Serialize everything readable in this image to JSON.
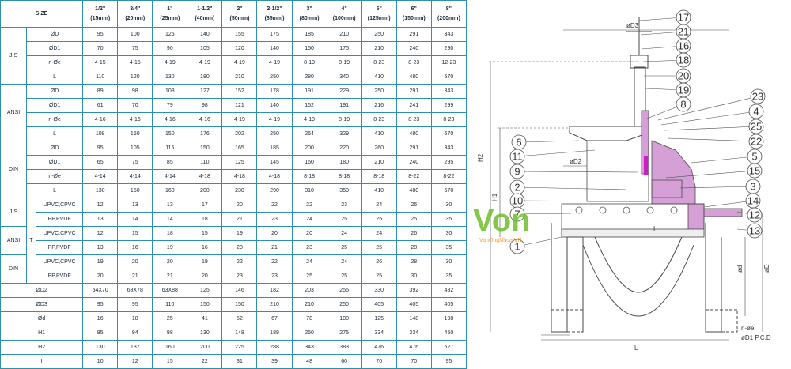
{
  "table": {
    "size_header": "SIZE",
    "size_columns": [
      {
        "inch": "1/2\"",
        "mm": "(15mm)"
      },
      {
        "inch": "3/4\"",
        "mm": "(20mm)"
      },
      {
        "inch": "1\"",
        "mm": "(25mm)"
      },
      {
        "inch": "1-1/2\"",
        "mm": "(40mm)"
      },
      {
        "inch": "2\"",
        "mm": "(50mm)"
      },
      {
        "inch": "2-1/2\"",
        "mm": "(65mm)"
      },
      {
        "inch": "3\"",
        "mm": "(80mm)"
      },
      {
        "inch": "4\"",
        "mm": "(100mm)"
      },
      {
        "inch": "5\"",
        "mm": "(125mm)"
      },
      {
        "inch": "6\"",
        "mm": "(150mm)"
      },
      {
        "inch": "8\"",
        "mm": "(200mm)"
      }
    ],
    "flange_groups": [
      {
        "standard": "JIS",
        "rows": [
          {
            "label": "ØD",
            "values": [
              "95",
              "100",
              "125",
              "140",
              "155",
              "175",
              "185",
              "210",
              "250",
              "291",
              "343"
            ]
          },
          {
            "label": "ØD1",
            "values": [
              "70",
              "75",
              "90",
              "105",
              "120",
              "140",
              "150",
              "175",
              "210",
              "240",
              "290"
            ]
          },
          {
            "label": "n-Øe",
            "values": [
              "4-15",
              "4-15",
              "4-19",
              "4-19",
              "4-19",
              "4-19",
              "8-19",
              "8-19",
              "8-23",
              "8-23",
              "12-23"
            ]
          },
          {
            "label": "L",
            "values": [
              "110",
              "120",
              "130",
              "180",
              "210",
              "250",
              "280",
              "340",
              "410",
              "480",
              "570"
            ]
          }
        ]
      },
      {
        "standard": "ANSI",
        "rows": [
          {
            "label": "ØD",
            "values": [
              "89",
              "98",
              "108",
              "127",
              "152",
              "178",
              "191",
              "229",
              "250",
              "291",
              "343"
            ]
          },
          {
            "label": "ØD1",
            "values": [
              "61",
              "70",
              "79",
              "98",
              "121",
              "140",
              "152",
              "191",
              "216",
              "241",
              "299"
            ]
          },
          {
            "label": "n-Øe",
            "values": [
              "4-16",
              "4-16",
              "4-16",
              "4-16",
              "4-19",
              "4-19",
              "4-19",
              "8-19",
              "8-23",
              "8-23",
              "8-23"
            ]
          },
          {
            "label": "L",
            "values": [
              "108",
              "150",
              "150",
              "176",
              "202",
              "250",
              "264",
              "329",
              "410",
              "480",
              "570"
            ]
          }
        ]
      },
      {
        "standard": "DIN",
        "rows": [
          {
            "label": "ØD",
            "values": [
              "95",
              "105",
              "115",
              "150",
              "165",
              "185",
              "200",
              "220",
              "260",
              "291",
              "343"
            ]
          },
          {
            "label": "ØD1",
            "values": [
              "65",
              "75",
              "85",
              "110",
              "125",
              "145",
              "160",
              "180",
              "210",
              "240",
              "295"
            ]
          },
          {
            "label": "n-Øe",
            "values": [
              "4-14",
              "4-14",
              "4-14",
              "4-18",
              "4-18",
              "4-18",
              "8-18",
              "8-18",
              "8-18",
              "8-22",
              "8-22"
            ]
          },
          {
            "label": "L",
            "values": [
              "130",
              "150",
              "160",
              "200",
              "230",
              "290",
              "310",
              "350",
              "410",
              "480",
              "570"
            ]
          }
        ]
      }
    ],
    "t_label": "T",
    "t_groups": [
      {
        "standard": "JIS",
        "rows": [
          {
            "label": "UPVC,CPVC",
            "values": [
              "12",
              "13",
              "13",
              "17",
              "20",
              "22",
              "22",
              "23",
              "24",
              "26",
              "30"
            ]
          },
          {
            "label": "PP,PVDF",
            "values": [
              "13",
              "14",
              "14",
              "18",
              "21",
              "23",
              "24",
              "25",
              "25",
              "25",
              "35"
            ]
          }
        ]
      },
      {
        "standard": "ANSI",
        "rows": [
          {
            "label": "UPVC,CPVC",
            "values": [
              "12",
              "15",
              "18",
              "15",
              "19",
              "20",
              "20",
              "24",
              "24",
              "26",
              "30"
            ]
          },
          {
            "label": "PP,PVDF",
            "values": [
              "13",
              "16",
              "19",
              "16",
              "20",
              "21",
              "23",
              "25",
              "25",
              "28",
              "35"
            ]
          }
        ]
      },
      {
        "standard": "DIN",
        "rows": [
          {
            "label": "UPVC,CPVC",
            "values": [
              "19",
              "20",
              "20",
              "19",
              "22",
              "22",
              "24",
              "24",
              "26",
              "28",
              "30"
            ]
          },
          {
            "label": "PP,PVDF",
            "values": [
              "20",
              "21",
              "21",
              "20",
              "23",
              "23",
              "25",
              "25",
              "25",
              "30",
              "35"
            ]
          }
        ]
      }
    ],
    "other_rows": [
      {
        "label": "ØD2",
        "values": [
          "54X70",
          "63X78",
          "63X88",
          "125",
          "146",
          "182",
          "203",
          "255",
          "330",
          "392",
          "432"
        ]
      },
      {
        "label": "ØD3",
        "values": [
          "95",
          "95",
          "110",
          "150",
          "150",
          "210",
          "210",
          "250",
          "405",
          "405",
          "405"
        ]
      },
      {
        "label": "Ød",
        "values": [
          "16",
          "18",
          "25",
          "41",
          "52",
          "67",
          "78",
          "100",
          "125",
          "148",
          "198"
        ]
      },
      {
        "label": "H1",
        "values": [
          "85",
          "94",
          "98",
          "130",
          "148",
          "189",
          "250",
          "275",
          "334",
          "334",
          "450"
        ]
      },
      {
        "label": "H2",
        "values": [
          "130",
          "137",
          "160",
          "200",
          "225",
          "288",
          "343",
          "383",
          "476",
          "476",
          "627"
        ]
      },
      {
        "label": "I",
        "values": [
          "10",
          "12",
          "15",
          "22",
          "31",
          "39",
          "48",
          "60",
          "70",
          "70",
          "95"
        ]
      }
    ]
  },
  "drawing": {
    "part_numbers": [
      "17",
      "21",
      "16",
      "18",
      "20",
      "19",
      "8",
      "23",
      "4",
      "25",
      "22",
      "5",
      "15",
      "3",
      "14",
      "12",
      "13",
      "6",
      "11",
      "9",
      "2",
      "10",
      "7",
      "1"
    ],
    "dimension_labels": {
      "d3": "øD3",
      "d2": "øD2",
      "h2": "H2",
      "h1": "H1",
      "d": "ød",
      "big_d": "øD",
      "l": "L",
      "t": "T",
      "ne": "n-øe",
      "d1": "øD1 P.C.D",
      "i": "I"
    },
    "watermark": {
      "main": "Von",
      "sub": "VanOngNhua.VN"
    },
    "colors": {
      "line": "#4a4a4a",
      "highlight": "#d4a0d6",
      "magenta": "#cc1fcc",
      "watermark_green": "#6fbf2a",
      "watermark_orange": "#f08a1c"
    }
  }
}
